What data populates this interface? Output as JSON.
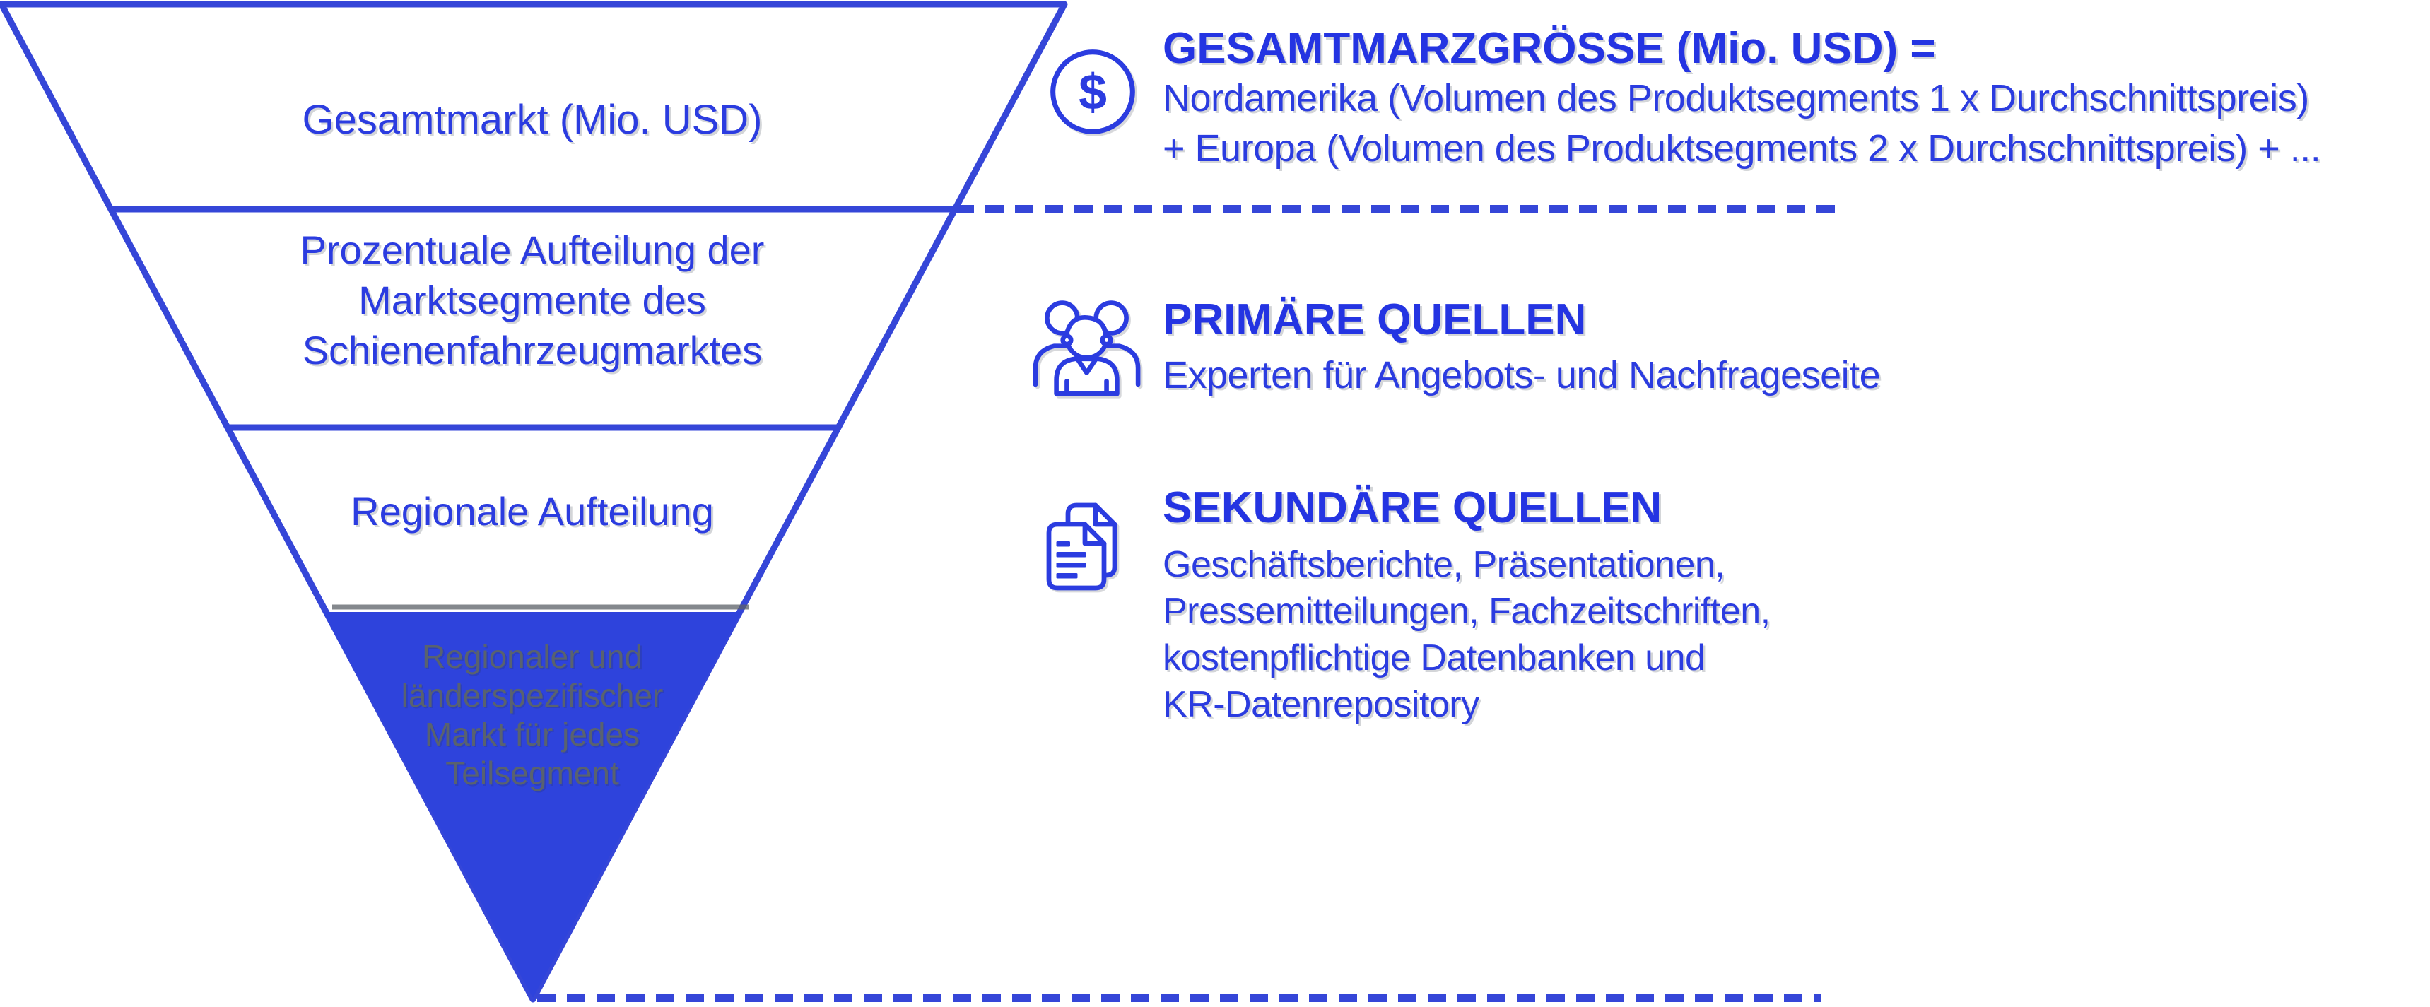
{
  "colors": {
    "primary_blue": "#2B3CE0",
    "line_blue": "#3546D8",
    "funnel_fill_blue": "#2E43DC",
    "funnel_bottom_text_gray": "#59626F"
  },
  "funnel": {
    "level1": {
      "label": "Gesamtmarkt (Mio. USD)"
    },
    "level2": {
      "lines": [
        "Prozentuale Aufteilung der",
        "Marktsegmente des",
        "Schienenfahrzeugmarktes"
      ]
    },
    "level3": {
      "label": "Regionale Aufteilung"
    },
    "level4": {
      "lines": [
        "Regionaler und",
        "länderspezifischer",
        "Markt für jedes",
        "Teilsegment"
      ]
    }
  },
  "formula": {
    "icon": "dollar-circle-icon",
    "icon_symbol": "$",
    "title": "GESAMTMARZGRÖSSE (Mio. USD) =",
    "lines": [
      "Nordamerika (Volumen des Produktsegments 1 x Durchschnittspreis)",
      "+ Europa (Volumen des Produktsegments 2 x Durchschnittspreis) + ..."
    ]
  },
  "primary_sources": {
    "icon": "people-group-icon",
    "title": "PRIMÄRE QUELLEN",
    "description": "Experten für Angebots- und Nachfrageseite"
  },
  "secondary_sources": {
    "icon": "documents-icon",
    "title": "SEKUNDÄRE QUELLEN",
    "lines": [
      "Geschäftsberichte, Präsentationen,",
      "Pressemitteilungen, Fachzeitschriften,",
      "kostenpflichtige Datenbanken und",
      "KR-Datenrepository"
    ]
  }
}
